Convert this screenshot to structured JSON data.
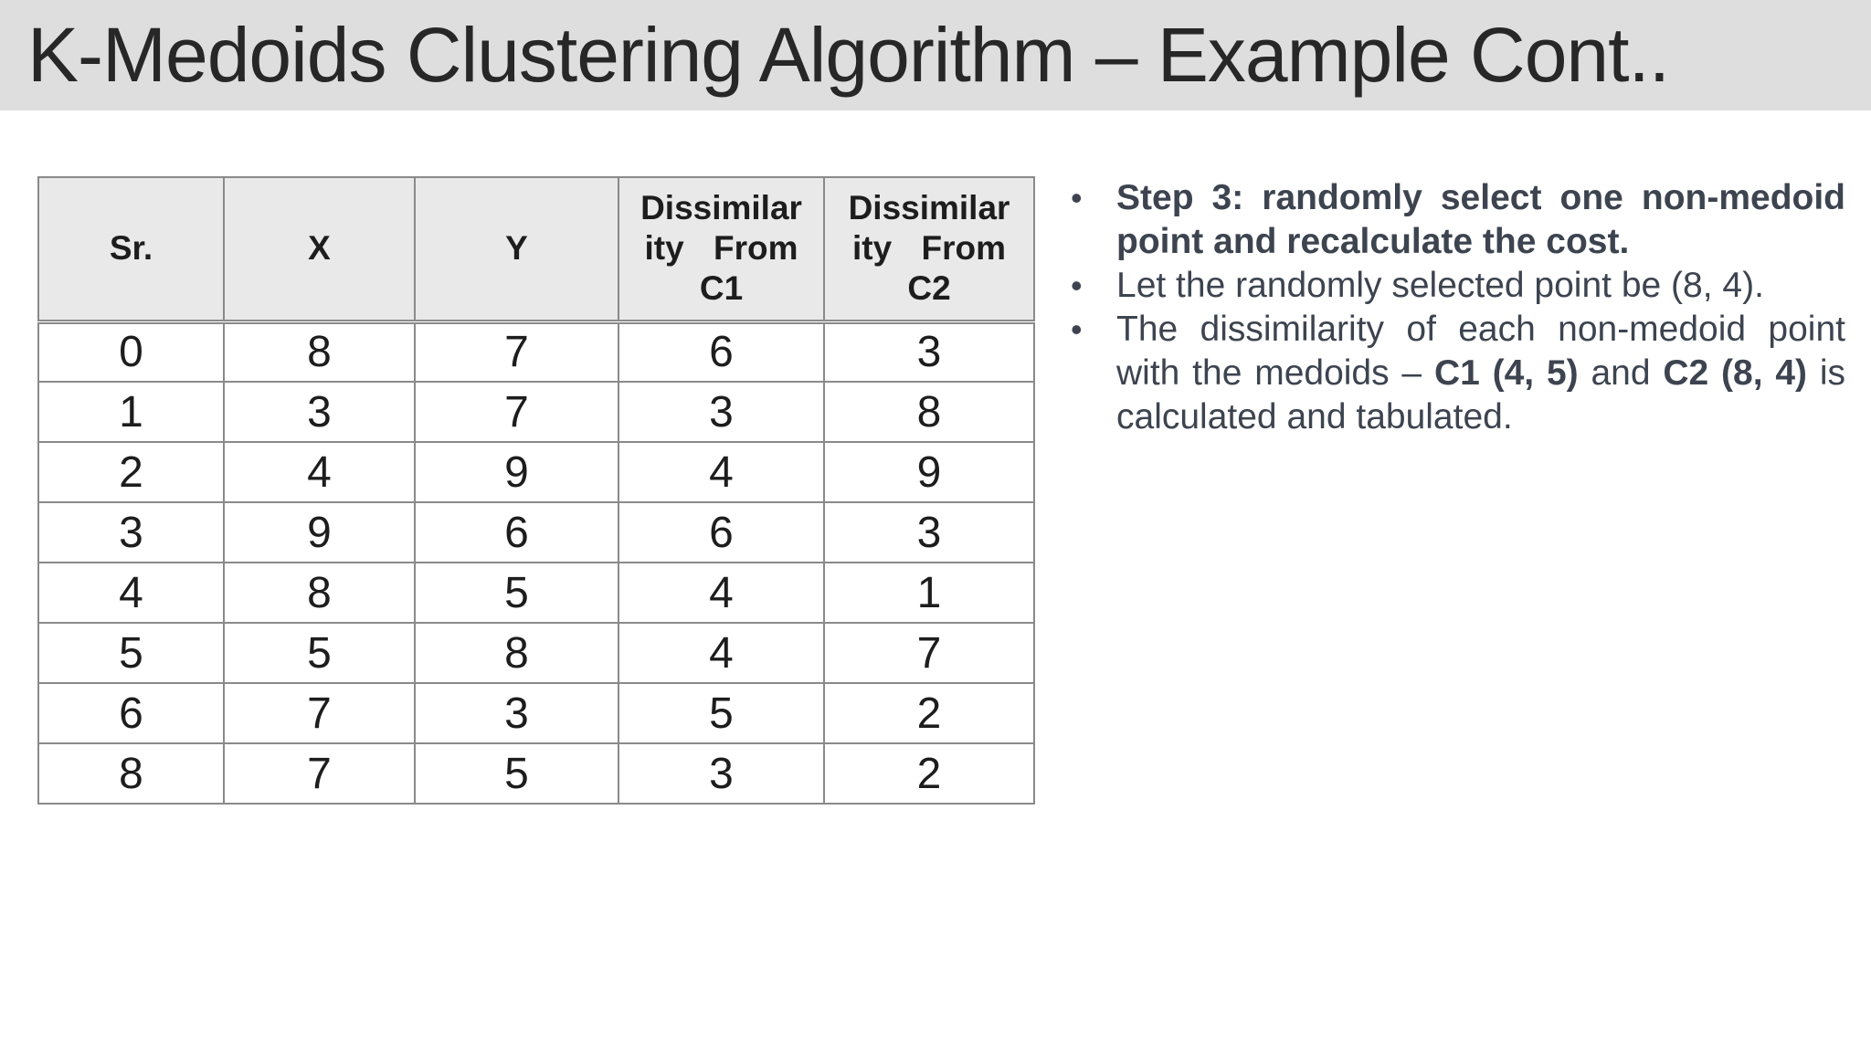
{
  "slide": {
    "title": "K-Medoids Clustering Algorithm – Example Cont.."
  },
  "table": {
    "headers": {
      "sr": "Sr.",
      "x": "X",
      "y": "Y",
      "c1_lines": [
        "Dissimilar",
        "ity From",
        "C1"
      ],
      "c2_lines": [
        "Dissimilar",
        "ity From",
        "C2"
      ]
    },
    "rows": [
      [
        "0",
        "8",
        "7",
        "6",
        "3"
      ],
      [
        "1",
        "3",
        "7",
        "3",
        "8"
      ],
      [
        "2",
        "4",
        "9",
        "4",
        "9"
      ],
      [
        "3",
        "9",
        "6",
        "6",
        "3"
      ],
      [
        "4",
        "8",
        "5",
        "4",
        "1"
      ],
      [
        "5",
        "5",
        "8",
        "4",
        "7"
      ],
      [
        "6",
        "7",
        "3",
        "5",
        "2"
      ],
      [
        "8",
        "7",
        "5",
        "3",
        "2"
      ]
    ]
  },
  "notes": {
    "bullet_glyph": "•",
    "items": [
      {
        "segments": [
          {
            "text": "Step 3: randomly select one non-medoid point and recalculate the cost.",
            "bold": true
          }
        ]
      },
      {
        "segments": [
          {
            "text": "Let the randomly selected point be (8, 4).",
            "bold": false
          }
        ]
      },
      {
        "segments": [
          {
            "text": "The dissimilarity of each non-medoid point with the medoids – ",
            "bold": false
          },
          {
            "text": "C1 (4, 5)",
            "bold": true
          },
          {
            "text": " and ",
            "bold": false
          },
          {
            "text": "C2 (8, 4)",
            "bold": true
          },
          {
            "text": " is calculated and tabulated.",
            "bold": false
          }
        ]
      }
    ]
  },
  "colors": {
    "title_band_bg": "#dedede",
    "title_text": "#272727",
    "table_header_bg": "#e9e9e9",
    "table_border": "#8a8a8a",
    "table_text": "#1d1d1d",
    "notes_text": "#3d4450",
    "page_bg": "#ffffff"
  }
}
